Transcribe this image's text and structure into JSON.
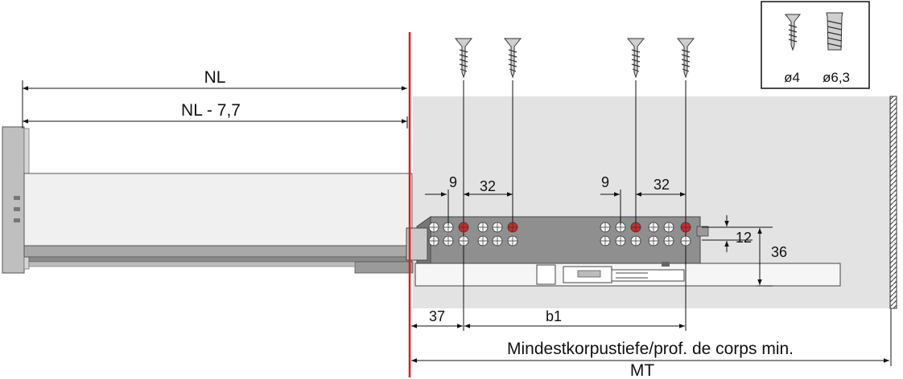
{
  "dimensions": {
    "nl": "NL",
    "nl_minus": "NL - 7,7",
    "d9_left": "9",
    "d32_left": "32",
    "d9_right": "9",
    "d32_right": "32",
    "d12": "12",
    "d36": "36",
    "d37": "37",
    "b1": "b1",
    "min_depth": "Mindestkorpustiefe/prof. de corps min.",
    "mt": "MT"
  },
  "screw_legend": {
    "small": "ø4",
    "large": "ø6,3"
  },
  "colors": {
    "front_line": "#d42020",
    "cabinet": "#e3e3e3",
    "runner": "#8a8a8a",
    "hole_fixing": "#cc2a2a"
  }
}
